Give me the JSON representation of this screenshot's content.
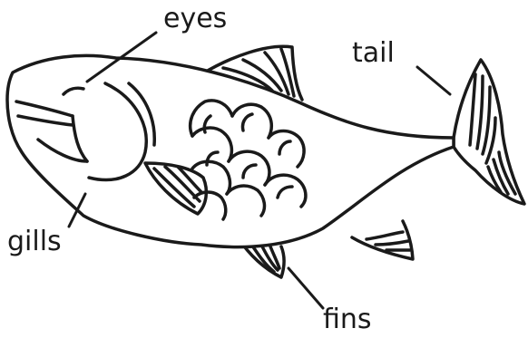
{
  "labels": {
    "eyes": "eyes",
    "tail": "tail",
    "gills": "gills",
    "fins": "fins"
  },
  "colors": {
    "line": "#1a1a1a",
    "background": "#ffffff"
  }
}
